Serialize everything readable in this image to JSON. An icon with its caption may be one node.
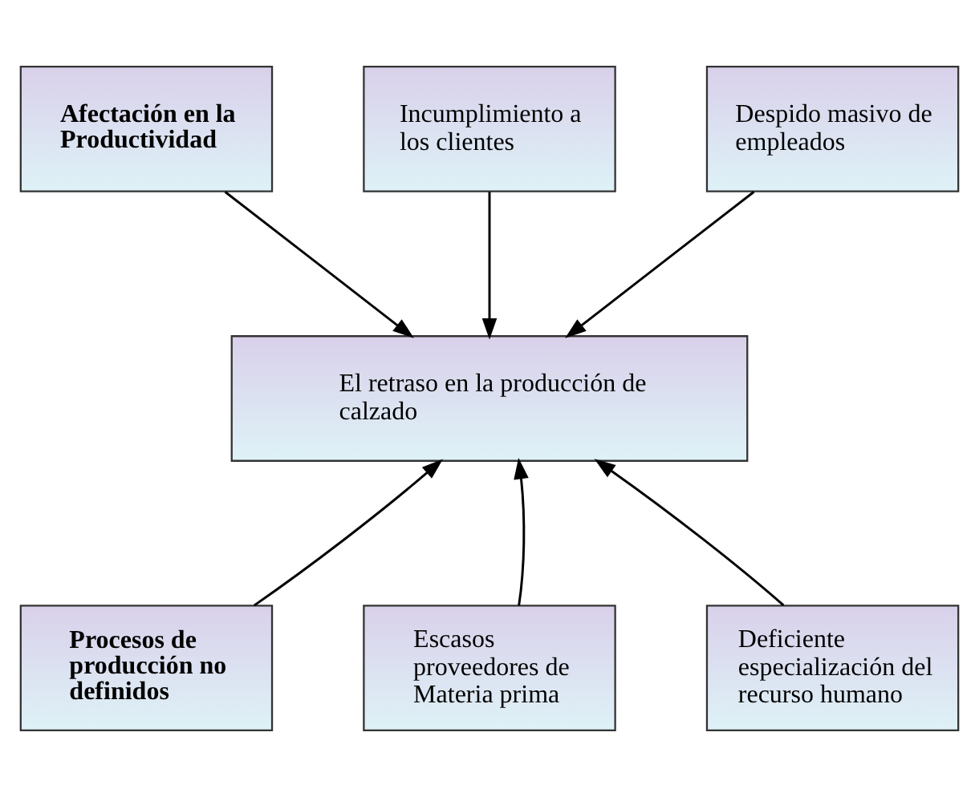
{
  "diagram": {
    "nodes": [
      {
        "text": [
          "Afectación en la Productividad"
        ]
      },
      {
        "text": [
          "Incumplimiento a los clientes"
        ]
      },
      {
        "text": [
          "Despido masivo de empleados"
        ]
      },
      {
        "text": [
          "El retraso en la producción de calzado"
        ]
      },
      {
        "text": [
          "Procesos de producción no definidos"
        ]
      },
      {
        "text": [
          "Escasos proveedores de Materia prima"
        ]
      },
      {
        "text": [
          "Deficiente especialización del recurso humano"
        ]
      }
    ],
    "edges": [
      {
        "from": 0,
        "to": 3,
        "arrow": "to"
      },
      {
        "from": 1,
        "to": 3,
        "arrow": "to"
      },
      {
        "from": 2,
        "to": 3,
        "arrow": "to"
      },
      {
        "from": 4,
        "to": 3,
        "arrow": "to"
      },
      {
        "from": 5,
        "to": 3,
        "arrow": "to"
      },
      {
        "from": 6,
        "to": 3,
        "arrow": "to"
      }
    ]
  }
}
